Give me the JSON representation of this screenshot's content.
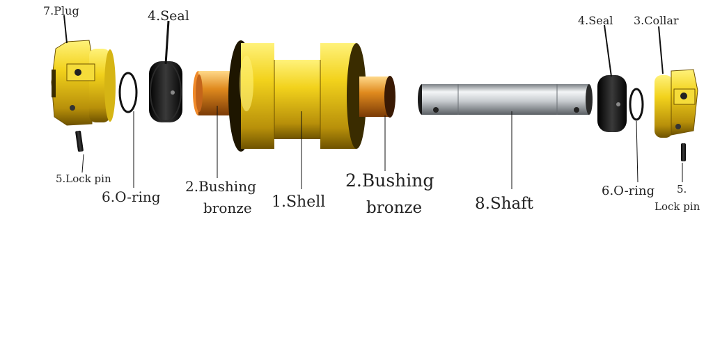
{
  "labels": {
    "plug": "7.Plug",
    "seal_left": "4.Seal",
    "lock_pin_left": "5.Lock pin",
    "oring_left": "6.O-ring",
    "bushing_left_line1": "2.Bushing",
    "bushing_left_line2": "bronze",
    "shell": "1.Shell",
    "bushing_right_line1": "2.Bushing",
    "bushing_right_line2": "bronze",
    "shaft": "8.Shaft",
    "seal_right": "4.Seal",
    "collar": "3.Collar",
    "oring_right": "6.O-ring",
    "lock_pin_right_line1": "5.",
    "lock_pin_right_line2": "Lock pin"
  },
  "colors": {
    "brass": "#f2d21c",
    "brass_dark": "#8f6f00",
    "bronze": "#e08a1e",
    "steel": "#d8dcdf",
    "seal": "#111111"
  }
}
